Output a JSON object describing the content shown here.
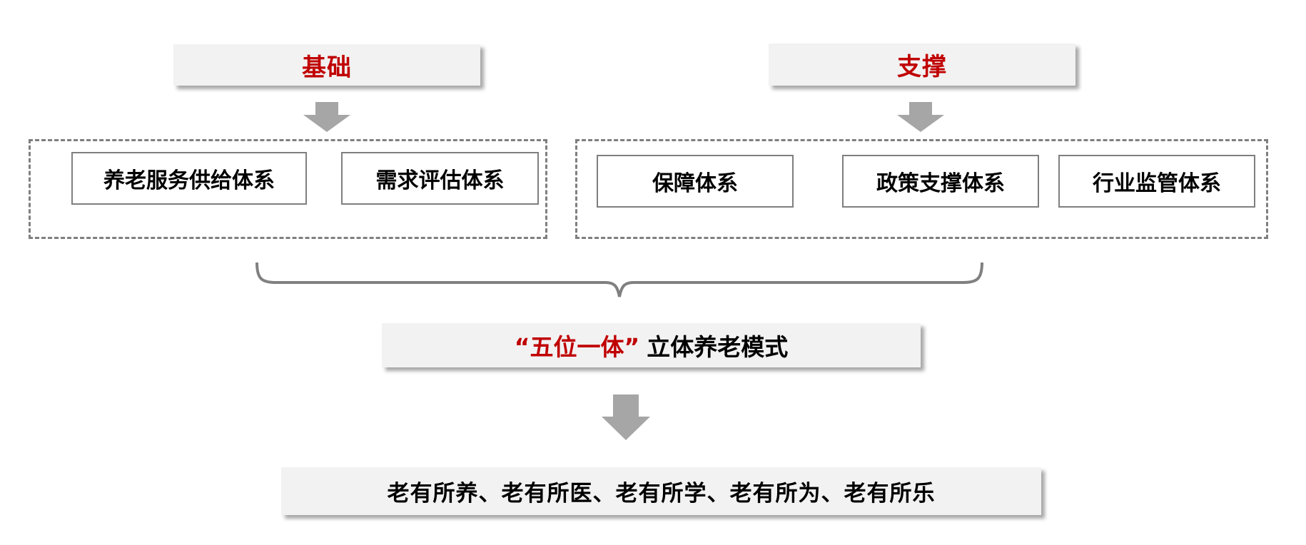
{
  "headers": {
    "left": "基础",
    "right": "支撑"
  },
  "left_group": {
    "items": [
      "养老服务供给体系",
      "需求评估体系"
    ]
  },
  "right_group": {
    "items": [
      "保障体系",
      "政策支撑体系",
      "行业监管体系"
    ]
  },
  "center_box": {
    "highlight": "“五位一体”",
    "text": "立体养老模式"
  },
  "bottom_box": {
    "text": "老有所养、老有所医、老有所学、老有所为、老有所乐"
  },
  "icons": {
    "down_arrow": "block-down-arrow",
    "brace": "curly-underbrace"
  },
  "colors": {
    "accent_red": "#C00000",
    "box_fill": "#F2F2F2",
    "arrow_gray": "#A6A6A6",
    "line_gray": "#7F7F7F",
    "brace_gray": "#808080",
    "text_black": "#000000"
  }
}
